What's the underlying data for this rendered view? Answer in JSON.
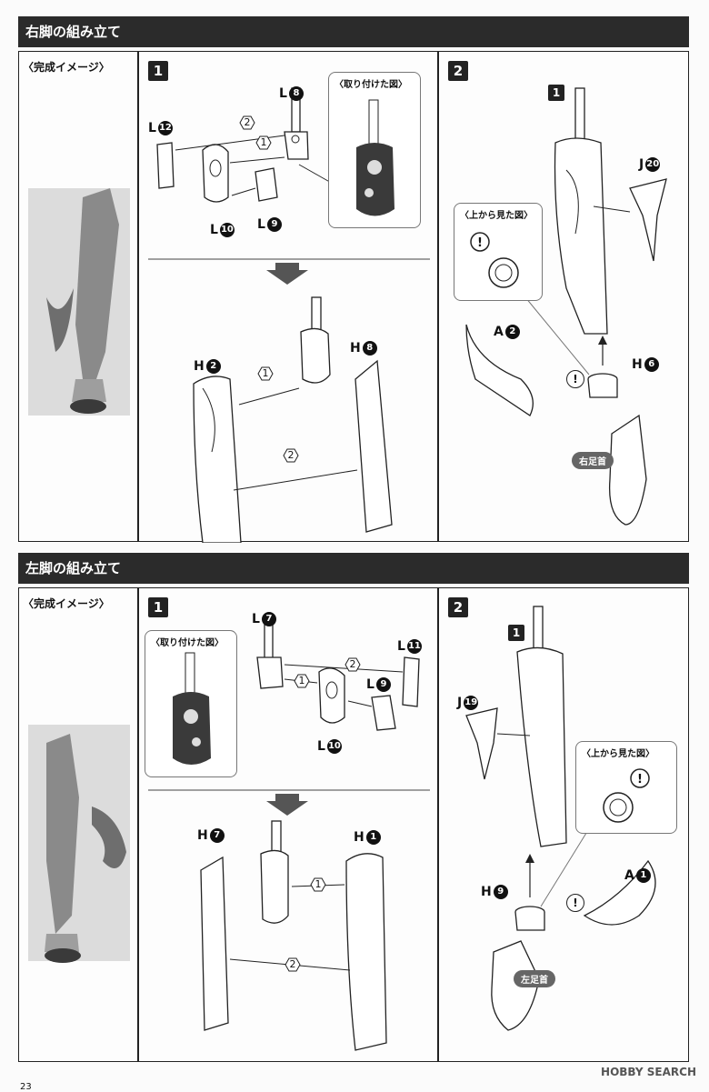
{
  "sections": [
    {
      "title": "右脚の組み立て",
      "image_label": "〈完成イメージ〉",
      "step1": {
        "number": "1",
        "parts": {
          "l8": "L",
          "l8n": "8",
          "l12": "L",
          "l12n": "12",
          "l10": "L",
          "l10n": "10",
          "l9": "L",
          "l9n": "9",
          "h2": "H",
          "h2n": "2",
          "h8": "H",
          "h8n": "8"
        },
        "bubble_caption": "〈取り付けた図〉"
      },
      "step2": {
        "number": "2",
        "sub_step": "1",
        "parts": {
          "j20": "J",
          "j20n": "20",
          "a2": "A",
          "a2n": "2",
          "h6": "H",
          "h6n": "6"
        },
        "bubble_caption": "〈上から見た図〉",
        "ankle_label": "右足首"
      }
    },
    {
      "title": "左脚の組み立て",
      "image_label": "〈完成イメージ〉",
      "step1": {
        "number": "1",
        "parts": {
          "l7": "L",
          "l7n": "7",
          "l11": "L",
          "l11n": "11",
          "l9": "L",
          "l9n": "9",
          "l10": "L",
          "l10n": "10",
          "h7": "H",
          "h7n": "7",
          "h1": "H",
          "h1n": "1"
        },
        "bubble_caption": "〈取り付けた図〉"
      },
      "step2": {
        "number": "2",
        "sub_step": "1",
        "parts": {
          "j19": "J",
          "j19n": "19",
          "a1": "A",
          "a1n": "1",
          "h9": "H",
          "h9n": "9"
        },
        "bubble_caption": "〈上から見た図〉",
        "ankle_label": "左足首"
      }
    }
  ],
  "markers": {
    "one": "1",
    "two": "2",
    "alert": "!"
  },
  "footer": {
    "page_number": "23",
    "watermark": "HOBBY SEARCH"
  },
  "colors": {
    "header_bg": "#2b2b2b",
    "part_dark": "#3a3a3a",
    "part_light": "#f2f2f2"
  }
}
